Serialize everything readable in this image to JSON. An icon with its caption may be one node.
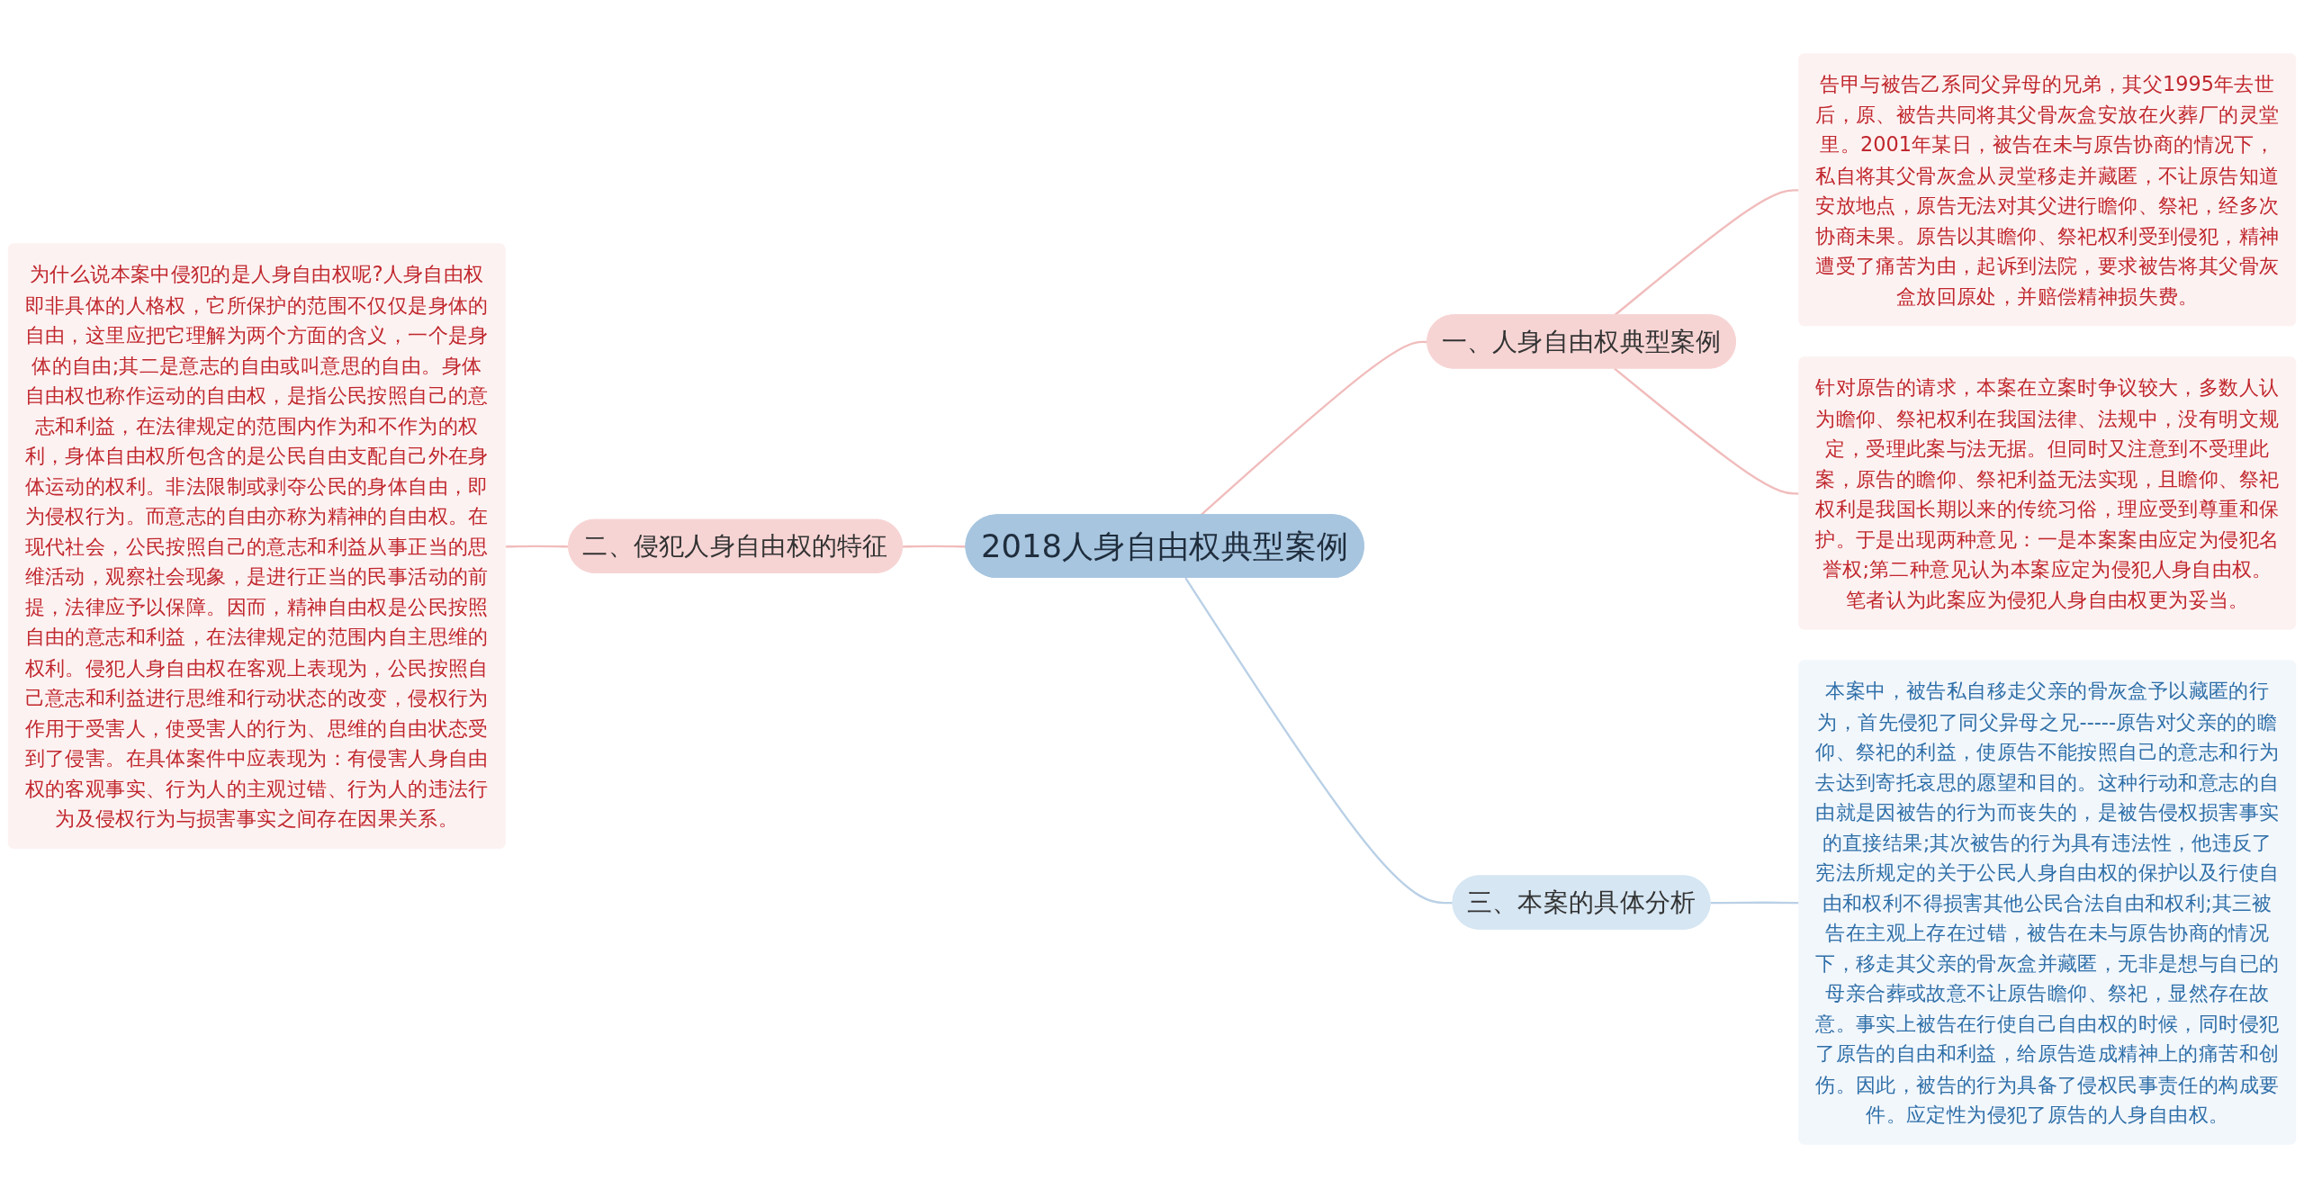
{
  "diagram": {
    "nodes": [
      {
        "text": [
          "2018人身自由权典型案例"
        ]
      },
      {
        "text": [
          "一、人身自由权典型案例"
        ]
      },
      {
        "text": [
          "告甲与被告乙系同父异母的兄弟，其父1995年去世后，原、被告共同将其父骨灰盒安放在火葬厂的灵堂里。2001年某日，被告在未与原告协商的情况下，私自将其父骨灰盒从灵堂移走并藏匿，不让原告知道安放地点，原告无法对其父进行瞻仰、祭祀，经多次协商未果。原告以其瞻仰、祭祀权利受到侵犯，精神遭受了痛苦为由，起诉到法院，要求被告将其父骨灰盒放回原处，并赔偿精神损失费。"
        ]
      },
      {
        "text": [
          "针对原告的请求，本案在立案时争议较大，多数人认为瞻仰、祭祀权利在我国法律、法规中，没有明文规定，受理此案与法无据。但同时又注意到不受理此案，原告的瞻仰、祭祀利益无法实现，且瞻仰、祭祀权利是我国长期以来的传统习俗，理应受到尊重和保护。于是出现两种意见：一是本案案由应定为侵犯名誉权;第二种意见认为本案应定为侵犯人身自由权。笔者认为此案应为侵犯人身自由权更为妥当。"
        ]
      },
      {
        "text": [
          "二、侵犯人身自由权的特征"
        ]
      },
      {
        "text": [
          "为什么说本案中侵犯的是人身自由权呢?人身自由权即非具体的人格权，它所保护的范围不仅仅是身体的自由，这里应把它理解为两个方面的含义，一个是身体的自由;其二是意志的自由或叫意思的自由。身体自由权也称作运动的自由权，是指公民按照自己的意志和利益，在法律规定的范围内作为和不作为的权利，身体自由权所包含的是公民自由支配自己外在身体运动的权利。非法限制或剥夺公民的身体自由，即为侵权行为。而意志的自由亦称为精神的自由权。在现代社会，公民按照自己的意志和利益从事正当的思维活动，观察社会现象，是进行正当的民事活动的前提，法律应予以保障。因而，精神自由权是公民按照自由的意志和利益，在法律规定的范围内自主思维的权利。侵犯人身自由权在客观上表现为，公民按照自己意志和利益进行思维和行动状态的改变，侵权行为作用于受害人，使受害人的行为、思维的自由状态受到了侵害。在具体案件中应表现为：有侵害人身自由权的客观事实、行为人的主观过错、行为人的违法行为及侵权行为与损害事实之间存在因果关系。"
        ]
      },
      {
        "text": [
          "三、本案的具体分析"
        ]
      },
      {
        "text": [
          "本案中，被告私自移走父亲的骨灰盒予以藏匿的行为，首先侵犯了同父异母之兄-----原告对父亲的的瞻仰、祭祀的利益，使原告不能按照自己的意志和行为去达到寄托哀思的愿望和目的。这种行动和意志的自由就是因被告的行为而丧失的，是被告侵权损害事实的直接结果;其次被告的行为具有违法性，他违反了宪法所规定的关于公民人身自由权的保护以及行使自由和权利不得损害其他公民合法自由和权利;其三被告在主观上存在过错，被告在未与原告协商的情况下，移走其父亲的骨灰盒并藏匿，无非是想与自已的母亲合葬或故意不让原告瞻仰、祭祀，显然存在故意。事实上被告在行使自己自由权的时候，同时侵犯了原告的自由和利益，给原告造成精神上的痛苦和创伤。因此，被告的行为具备了侵权民事责任的构成要件。应定性为侵犯了原告的人身自由权。"
        ]
      }
    ],
    "edges": [
      {
        "from": 0,
        "to": 1,
        "arrow": "none"
      },
      {
        "from": 1,
        "to": 2,
        "arrow": "none"
      },
      {
        "from": 1,
        "to": 3,
        "arrow": "none"
      },
      {
        "from": 4,
        "to": 0,
        "arrow": "none"
      },
      {
        "from": 5,
        "to": 4,
        "arrow": "none"
      },
      {
        "from": 0,
        "to": 6,
        "arrow": "none",
        "color": "#b9d0e6"
      },
      {
        "from": 6,
        "to": 7,
        "arrow": "none",
        "color": "#b9d0e6"
      }
    ]
  }
}
